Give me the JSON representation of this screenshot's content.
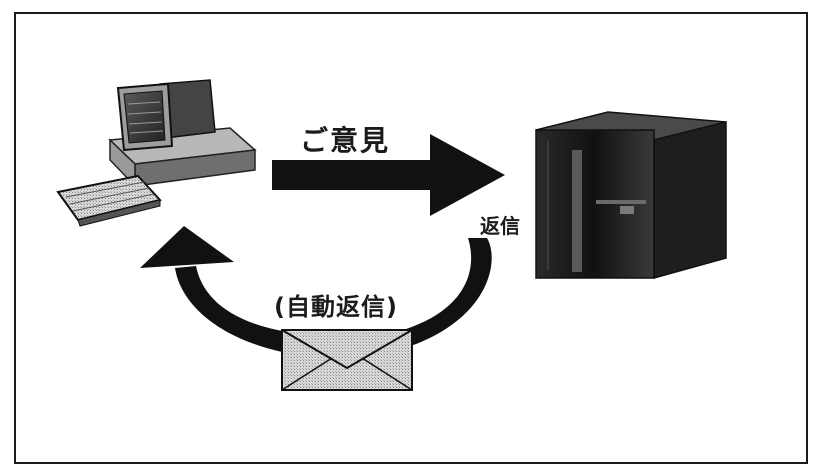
{
  "diagram": {
    "nodes": [
      {
        "id": "computer",
        "icon": "desktop-computer-icon"
      },
      {
        "id": "server",
        "icon": "server-icon"
      },
      {
        "id": "mail",
        "icon": "envelope-icon"
      }
    ],
    "edges": [
      {
        "from": "computer",
        "to": "server",
        "label": "ご意見"
      },
      {
        "from": "server",
        "to": "computer",
        "label": "(自動返信)",
        "via": "mail"
      }
    ],
    "partial_label": "返信"
  },
  "colors": {
    "arrow": "#111111",
    "frame": "#1a1a1a",
    "server_body": "#1c1c1c",
    "envelope": "#e6e6e6"
  }
}
